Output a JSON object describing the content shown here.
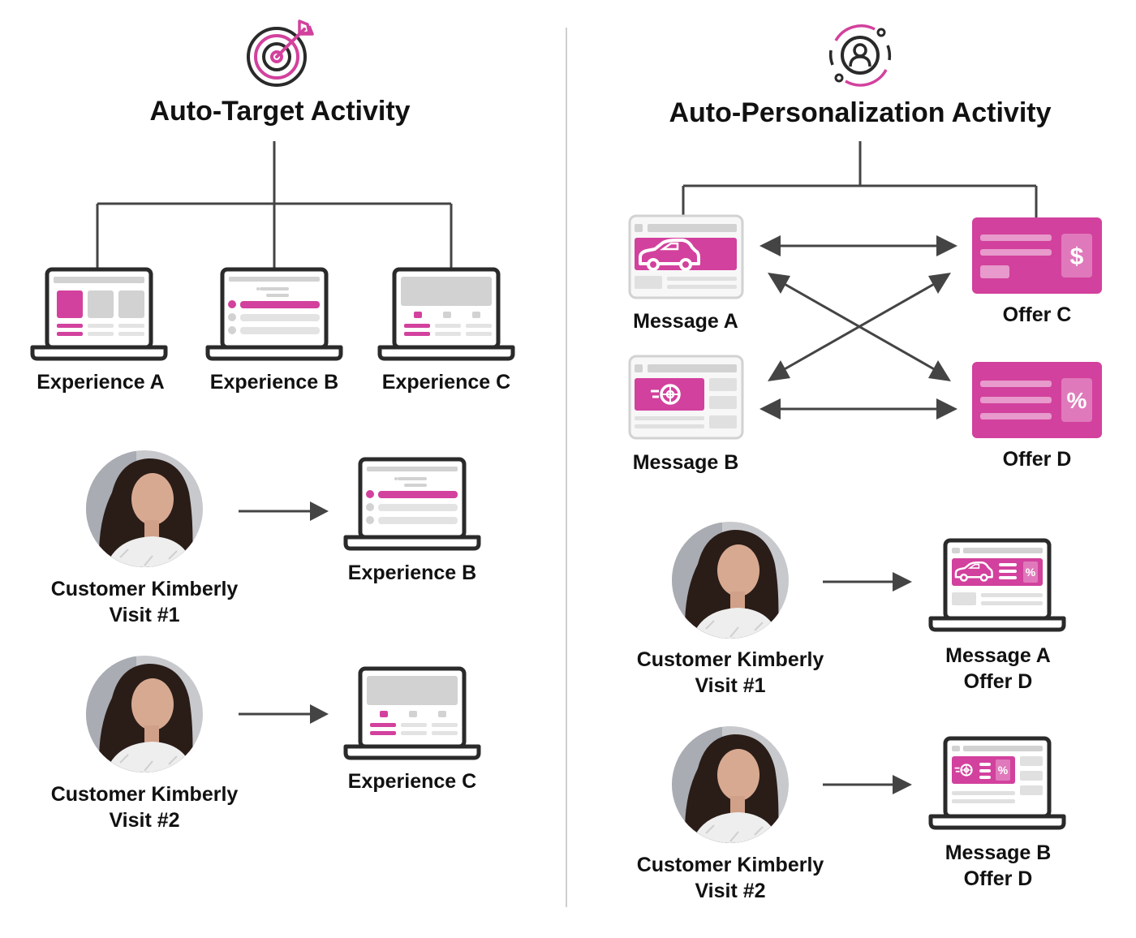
{
  "colors": {
    "magenta": "#d2419d",
    "dark": "#333333",
    "gray": "#d2d2d2",
    "light_gray": "#e3e3e3",
    "offer_light": "#e79acb"
  },
  "left": {
    "icon": "target-arrow-icon",
    "title": "Auto-Target Activity",
    "experiences": [
      "Experience A",
      "Experience B",
      "Experience C"
    ],
    "visits": [
      {
        "customer": "Customer Kimberly",
        "visit": "Visit #1",
        "result": "Experience B"
      },
      {
        "customer": "Customer Kimberly",
        "visit": "Visit #2",
        "result": "Experience C"
      }
    ]
  },
  "right": {
    "icon": "user-orbit-icon",
    "title": "Auto-Personalization Activity",
    "messages": [
      "Message A",
      "Message B"
    ],
    "offers": [
      "Offer C",
      "Offer D"
    ],
    "offer_symbols": [
      "$",
      "%"
    ],
    "visits": [
      {
        "customer": "Customer Kimberly",
        "visit": "Visit #1",
        "result_message": "Message A",
        "result_offer": "Offer D"
      },
      {
        "customer": "Customer Kimberly",
        "visit": "Visit #2",
        "result_message": "Message B",
        "result_offer": "Offer D"
      }
    ]
  }
}
